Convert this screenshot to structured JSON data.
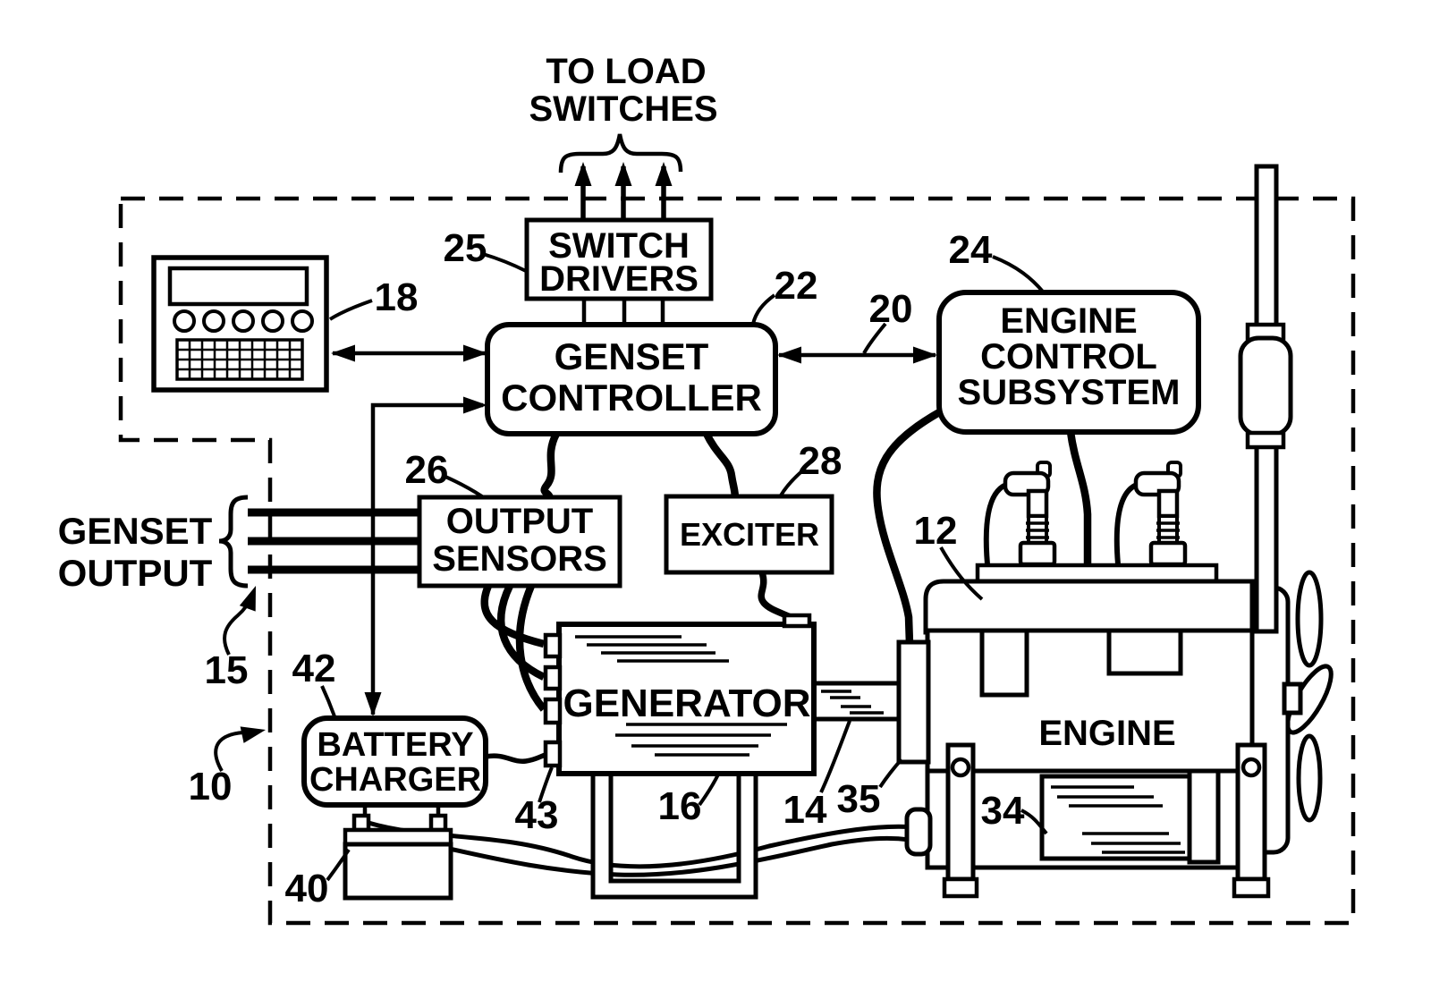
{
  "figure": {
    "annotations": {
      "to_load_switches": [
        "TO LOAD",
        "SWITCHES"
      ],
      "genset_output": [
        "GENSET",
        "OUTPUT"
      ]
    },
    "components": {
      "switch_drivers": {
        "lines": [
          "SWITCH",
          "DRIVERS"
        ],
        "ref": "25"
      },
      "genset_controller": {
        "lines": [
          "GENSET",
          "CONTROLLER"
        ],
        "ref": "22"
      },
      "engine_control_subsystem": {
        "lines": [
          "ENGINE",
          "CONTROL",
          "SUBSYSTEM"
        ],
        "ref": "24"
      },
      "output_sensors": {
        "lines": [
          "OUTPUT",
          "SENSORS"
        ],
        "ref": "26"
      },
      "exciter": {
        "label": "EXCITER",
        "ref": "28"
      },
      "generator": {
        "label": "GENERATOR",
        "ref": "16"
      },
      "engine": {
        "label": "ENGINE",
        "ref": "12"
      },
      "battery_charger": {
        "lines": [
          "BATTERY",
          "CHARGER"
        ],
        "ref": "42"
      },
      "operator_panel": {
        "ref": "18"
      },
      "controller_ecs_link": {
        "ref": "20"
      },
      "genset_system": {
        "ref": "10"
      },
      "output_lines": {
        "ref": "15"
      },
      "shaft": {
        "ref": "14"
      },
      "coupling": {
        "ref": "35"
      },
      "starter_motor": {
        "ref": "34"
      },
      "battery": {
        "ref": "40"
      },
      "charger_cable": {
        "ref": "43"
      }
    }
  }
}
